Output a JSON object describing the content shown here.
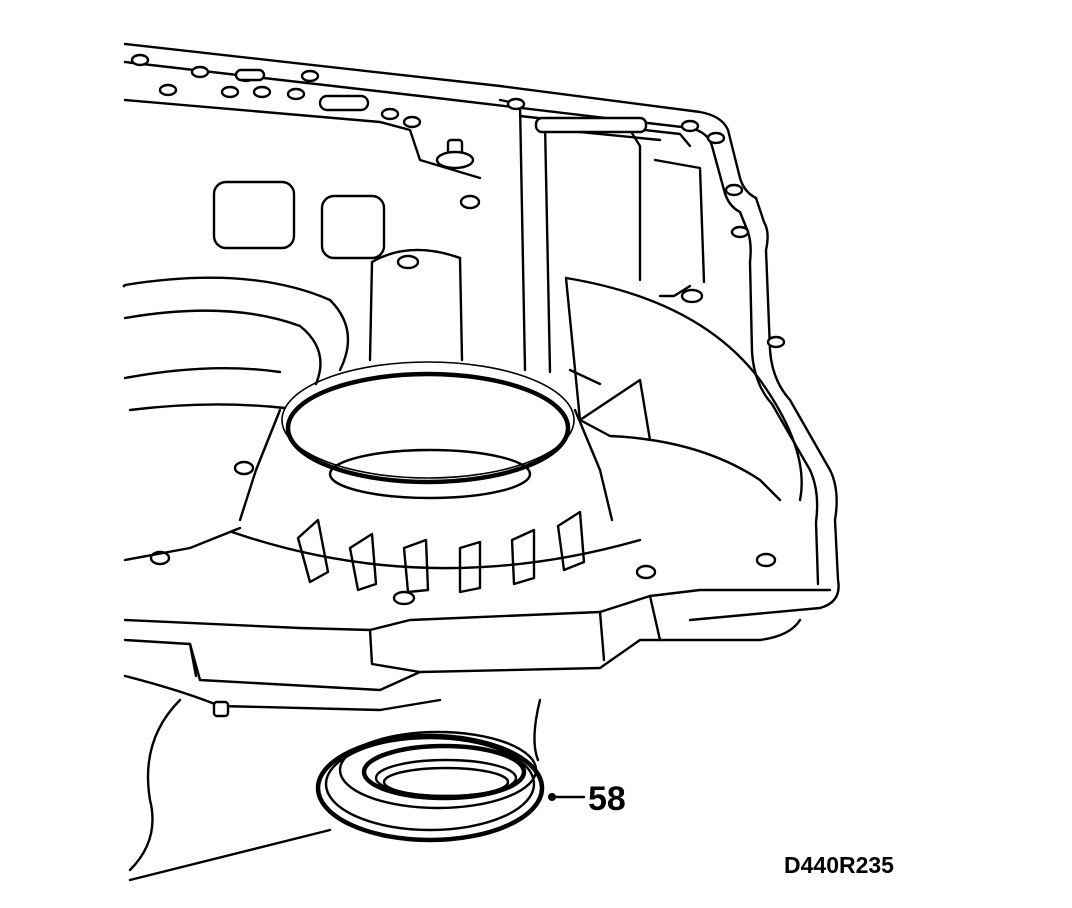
{
  "diagram": {
    "callouts": [
      {
        "id": "seal",
        "label": "58"
      }
    ],
    "figure_code": "D440R235",
    "colors": {
      "line": "#000000",
      "background": "#ffffff"
    }
  }
}
